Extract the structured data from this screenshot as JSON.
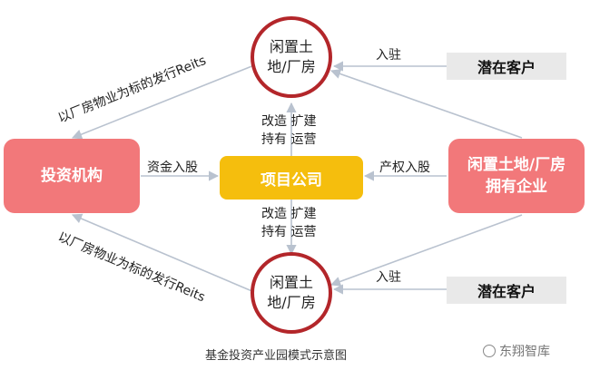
{
  "nodes": {
    "top_land": "闲置土地/厂房",
    "bottom_land": "闲置土地/厂房",
    "investor": "投资机构",
    "project_company": "项目公司",
    "owner_company": "闲置土地/厂房拥有企业",
    "potential_client_top": "潜在客户",
    "potential_client_bottom": "潜在客户"
  },
  "edges": {
    "enter_top": "入驻",
    "enter_bottom": "入驻",
    "capital_share": "资金入股",
    "property_share": "产权入股",
    "reits_top": "以厂房物业为标的发行Reits",
    "reits_bottom": "以厂房物业为标的发行Reits",
    "ops_top_line1": "改造 扩建",
    "ops_top_line2": "持有 运营",
    "ops_bottom_line1": "改造 扩建",
    "ops_bottom_line2": "持有 运营"
  },
  "caption": "基金投资产业园模式示意图",
  "watermark": "东翔智库",
  "colors": {
    "circle_border": "#b3262a",
    "red_box": "#f2787a",
    "yellow_box": "#f5be0d",
    "gray_box": "#e9e9e9",
    "arrow": "#b9c2cf"
  }
}
